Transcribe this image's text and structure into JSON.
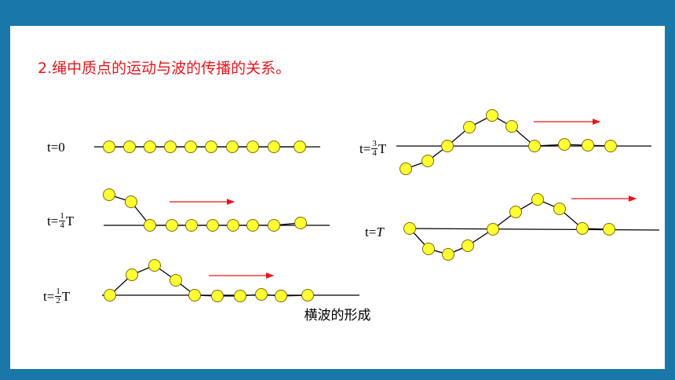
{
  "heading": "2.绳中质点的运动与波的传播的关系。",
  "caption": "横波的形成",
  "colors": {
    "background": "#1a78a8",
    "heading": "#e8151b",
    "bead_fill": "#ffff33",
    "bead_stroke": "#7a6a00",
    "arrow": "#e8151b"
  },
  "snapshots": [
    {
      "id": "t0",
      "label_prefix": "t=0",
      "fraction": null,
      "suffix": ""
    },
    {
      "id": "t1",
      "label_prefix": "t=",
      "fraction": {
        "num": "1",
        "den": "4"
      },
      "suffix": "T"
    },
    {
      "id": "t2",
      "label_prefix": "t=",
      "fraction": {
        "num": "1",
        "den": "2"
      },
      "suffix": "T"
    },
    {
      "id": "t3",
      "label_prefix": "t=",
      "fraction": {
        "num": "3",
        "den": "4"
      },
      "suffix": "T"
    },
    {
      "id": "t4",
      "label_prefix": "t=",
      "fraction": null,
      "suffix": "T",
      "italic": true
    }
  ]
}
